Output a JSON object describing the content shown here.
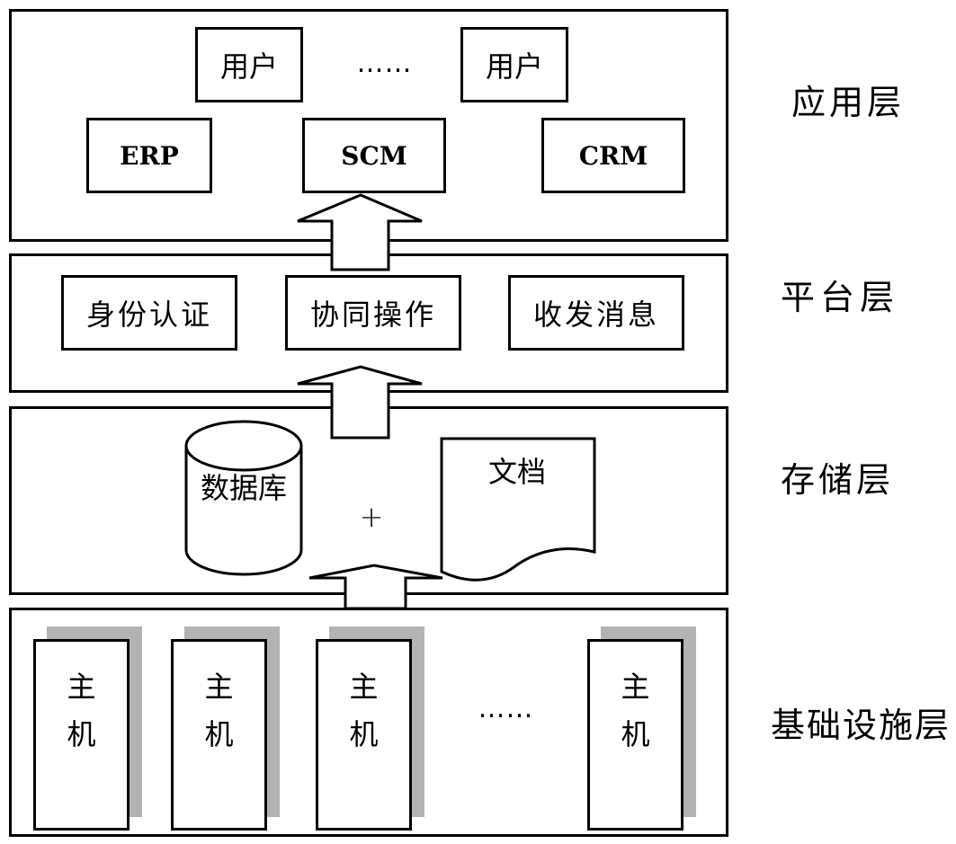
{
  "layers": {
    "application": {
      "label": "应用层",
      "users": [
        "用户",
        "用户"
      ],
      "users_ellipsis": "……",
      "systems": [
        "ERP",
        "SCM",
        "CRM"
      ]
    },
    "platform": {
      "label": "平台层",
      "services": [
        "身份认证",
        "协同操作",
        "收发消息"
      ]
    },
    "storage": {
      "label": "存储层",
      "database": "数据库",
      "plus": "+",
      "document": "文档"
    },
    "infrastructure": {
      "label": "基础设施层",
      "hosts": [
        {
          "line1": "主",
          "line2": "机"
        },
        {
          "line1": "主",
          "line2": "机"
        },
        {
          "line1": "主",
          "line2": "机"
        },
        {
          "line1": "主",
          "line2": "机"
        }
      ],
      "hosts_ellipsis": "……"
    }
  }
}
